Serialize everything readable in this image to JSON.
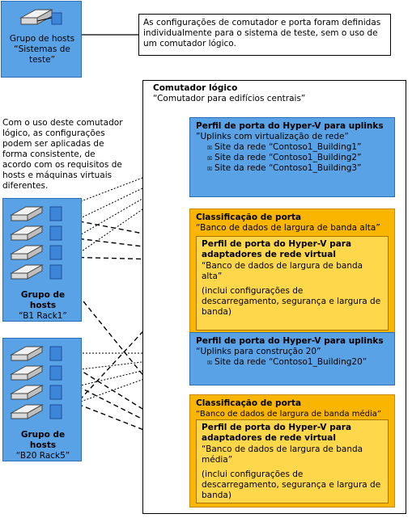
{
  "top_host_group": {
    "label": "Grupo de hosts\n“Sistemas de\nteste”"
  },
  "top_note": {
    "text": "As configurações de comutador e porta foram definidas individualmente para o sistema de teste, sem o uso de um comutador lógico."
  },
  "side_note": {
    "text": "Com o uso deste comutador lógico, as configurações podem ser aplicadas de forma consistente, de acordo com os requisitos de hosts e máquinas virtuais diferentes."
  },
  "logical_switch": {
    "title": "Comutador lógico",
    "name": "“Comutador para edifícios centrais”"
  },
  "uplink1": {
    "title": "Perfil de porta do Hyper-V para uplinks",
    "name": "”Uplinks com virtualização de rede”",
    "sites": [
      "Site da rede “Contoso1_Building1”",
      "Site da rede “Contoso1_Building2”",
      "Site da rede “Contoso1_Building3”"
    ]
  },
  "class_high": {
    "title": "Classificação de porta",
    "name": "“Banco de dados de largura de banda alta”",
    "inner_title": "Perfil de porta do Hyper-V para adaptadores de rede virtual",
    "inner_name": "“Banco de dados de largura de banda alta”",
    "inner_note": "(inclui configurações de descarregamento, segurança e largura de banda)"
  },
  "uplink2": {
    "title": "Perfil de porta do Hyper-V para uplinks",
    "name": "“Uplinks para construção 20”",
    "sites": [
      "Site da rede “Contoso1_Building20”"
    ]
  },
  "class_medium": {
    "title": "Classificação de porta",
    "name": "“Banco de dados de largura de banda média”",
    "inner_title": "Perfil de porta do Hyper-V para adaptadores de rede virtual",
    "inner_name": "“Banco de dados de largura de banda média”",
    "inner_note": "(inclui configurações de descarregamento, segurança e largura de banda)"
  },
  "host_group_b1": {
    "title": "Grupo de\nhosts",
    "name": "“B1 Rack1”"
  },
  "host_group_b20": {
    "title": "Grupo de\nhosts",
    "name": "“B20 Rack5”"
  },
  "checkbox_glyph": "☒",
  "colors": {
    "blue": "#5aa2e6",
    "orange": "#f9b500",
    "inner_orange": "#ffd74a"
  }
}
